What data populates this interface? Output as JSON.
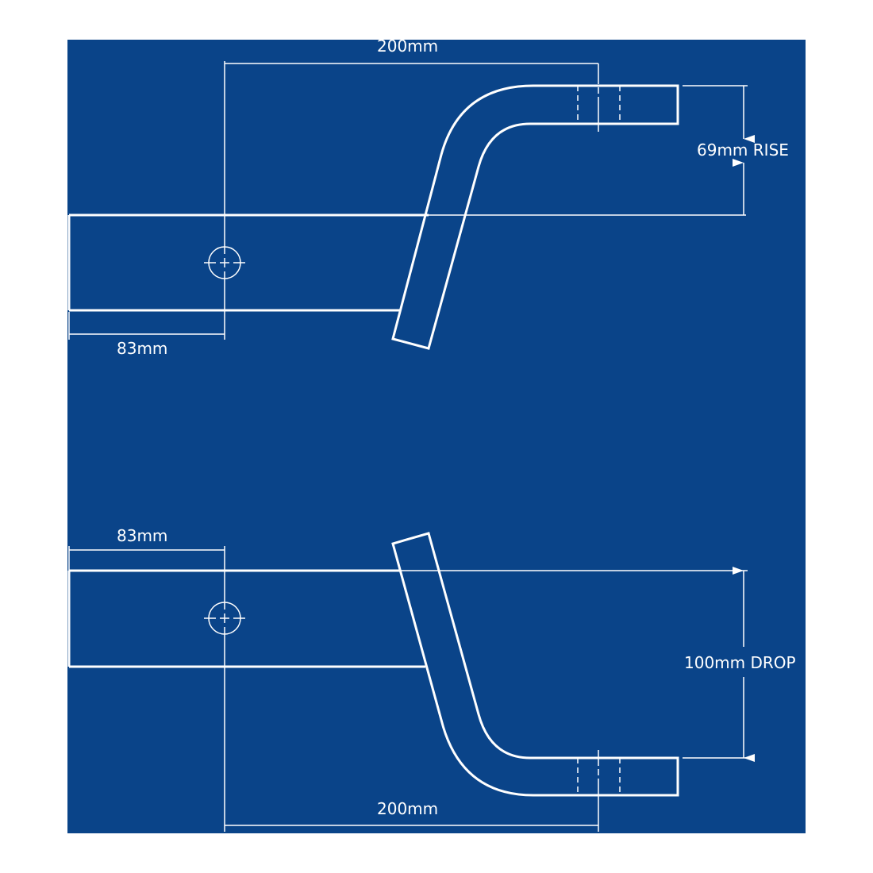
{
  "colors": {
    "background": "#ffffff",
    "panel": "#0a4489",
    "lines": "#ffffff"
  },
  "top_view": {
    "name": "rise-configuration",
    "width_dimension": "200mm",
    "offset_dimension": "83mm",
    "rise_dimension": "69mm RISE"
  },
  "bottom_view": {
    "name": "drop-configuration",
    "width_dimension": "200mm",
    "offset_dimension": "83mm",
    "drop_dimension": "100mm DROP"
  }
}
